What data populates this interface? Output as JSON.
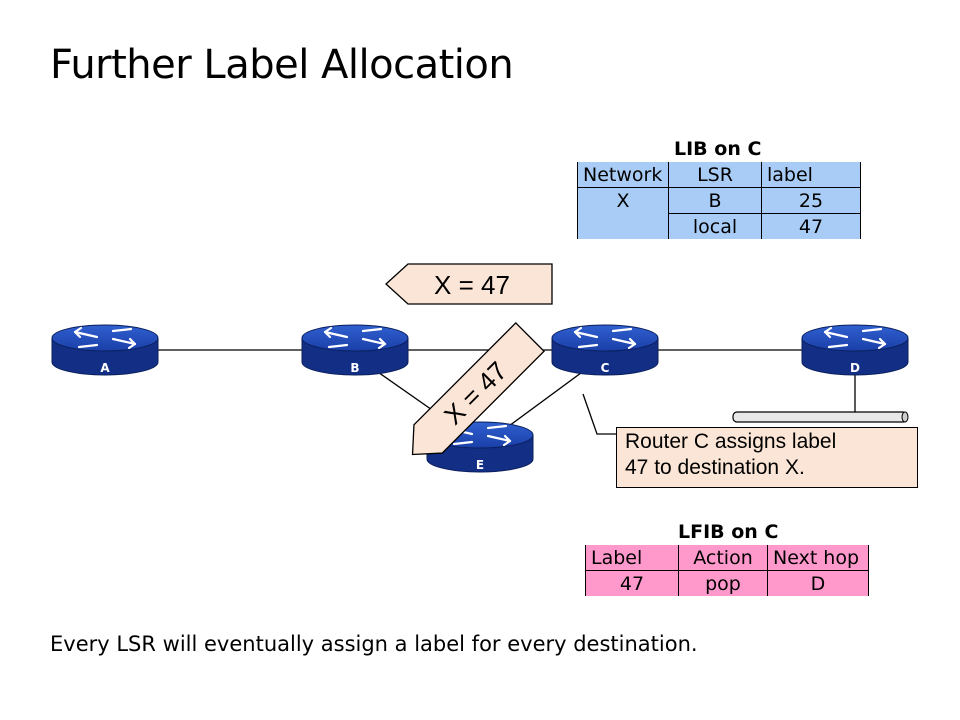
{
  "slide": {
    "title": "Further Label Allocation",
    "footer": "Every LSR will eventually assign a label for every destination."
  },
  "lib": {
    "title": "LIB on C",
    "headers": [
      "Network",
      "LSR",
      "label"
    ],
    "rows": [
      [
        "X",
        "B",
        "25"
      ],
      [
        "",
        "local",
        "47"
      ]
    ],
    "color": "#a8ccf5"
  },
  "lfib": {
    "title": "LFIB on C",
    "headers": [
      "Label",
      "Action",
      "Next hop"
    ],
    "rows": [
      [
        "47",
        "pop",
        "D"
      ]
    ],
    "color": "#ff99cc"
  },
  "routers": {
    "a": "A",
    "b": "B",
    "c": "C",
    "d": "D",
    "e": "E",
    "color": "#1a3fa8"
  },
  "messages": {
    "to_b": "X = 47",
    "to_e": "X = 47",
    "color": "#fbe5d6"
  },
  "callout": {
    "line1": "Router C assigns label",
    "line2": "47 to destination X."
  }
}
